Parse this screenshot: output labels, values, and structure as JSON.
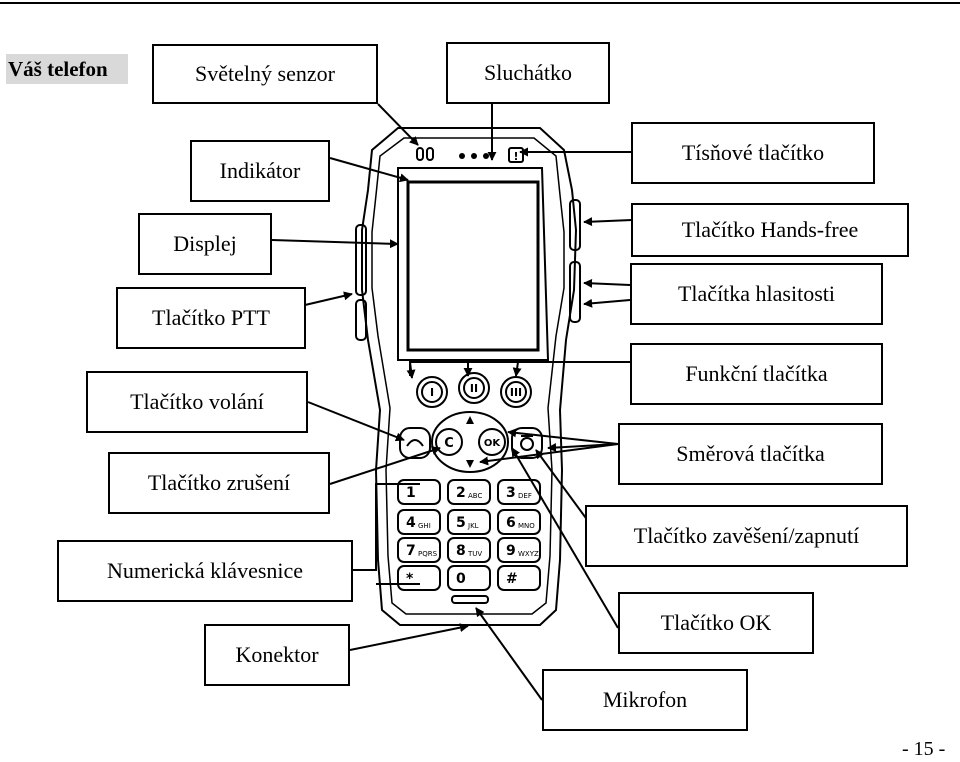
{
  "section_title": "Váš telefon",
  "labels": {
    "svetelny_senzor": "Světelný senzor",
    "sluchatko": "Sluchátko",
    "indikator": "Indikátor",
    "displej": "Displej",
    "tlacitko_ptt": "Tlačítko PTT",
    "tlacitko_volani": "Tlačítko volání",
    "tlacitko_zruseni": "Tlačítko zrušení",
    "numericka_klavesnice": "Numerická klávesnice",
    "konektor": "Konektor",
    "tisnove_tlacitko": "Tísňové tlačítko",
    "tlacitko_handsfree": "Tlačítko Hands-free",
    "tlacitka_hlasitosti": "Tlačítka hlasitosti",
    "funkcni_tlacitka": "Funkční tlačítka",
    "smerova_tlacitka": "Směrová tlačítka",
    "tlacitko_zaveseni": "Tlačítko zavěšení/zapnutí",
    "tlacitko_ok": "Tlačítko OK",
    "mikrofon": "Mikrofon"
  },
  "keypad": {
    "clear_key": "C",
    "ok_key": "OK",
    "keys": [
      {
        "digit": "1",
        "letters": ""
      },
      {
        "digit": "2",
        "letters": "ABC"
      },
      {
        "digit": "3",
        "letters": "DEF"
      },
      {
        "digit": "4",
        "letters": "GHI"
      },
      {
        "digit": "5",
        "letters": "JKL"
      },
      {
        "digit": "6",
        "letters": "MNO"
      },
      {
        "digit": "7",
        "letters": "PQRS"
      },
      {
        "digit": "8",
        "letters": "TUV"
      },
      {
        "digit": "9",
        "letters": "WXYZ"
      },
      {
        "digit": "*",
        "letters": ""
      },
      {
        "digit": "0",
        "letters": ""
      },
      {
        "digit": "#",
        "letters": ""
      }
    ],
    "function_keys": [
      "I",
      "II",
      "III"
    ]
  },
  "page_number": "- 15 -"
}
